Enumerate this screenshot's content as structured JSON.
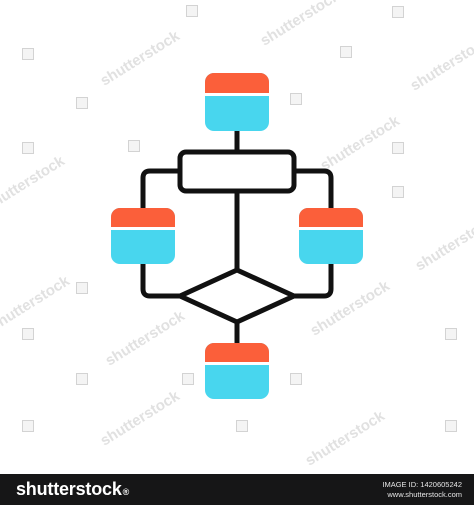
{
  "colors": {
    "block_top": "#FB5F3A",
    "block_bottom": "#48D6EE",
    "block_stripe": "#FFFFFF",
    "stroke": "#111111",
    "footer_bg": "#161617"
  },
  "diagram": {
    "nodes": [
      {
        "id": "top-block",
        "shape": "rounded-block"
      },
      {
        "id": "process-box",
        "shape": "rectangle"
      },
      {
        "id": "left-block",
        "shape": "rounded-block"
      },
      {
        "id": "right-block",
        "shape": "rounded-block"
      },
      {
        "id": "decision-diamond",
        "shape": "diamond"
      },
      {
        "id": "bottom-block",
        "shape": "rounded-block"
      }
    ],
    "edges": [
      {
        "from": "top-block",
        "to": "process-box"
      },
      {
        "from": "process-box",
        "to": "left-block"
      },
      {
        "from": "process-box",
        "to": "right-block"
      },
      {
        "from": "process-box",
        "to": "decision-diamond"
      },
      {
        "from": "left-block",
        "to": "decision-diamond"
      },
      {
        "from": "right-block",
        "to": "decision-diamond"
      },
      {
        "from": "decision-diamond",
        "to": "bottom-block"
      }
    ]
  },
  "watermark": {
    "text": "shutterstock"
  },
  "footer": {
    "brand": "shutterstock",
    "brand_suffix": "®",
    "image_id_label": "IMAGE ID: 1420605242",
    "site": "www.shutterstock.com"
  }
}
